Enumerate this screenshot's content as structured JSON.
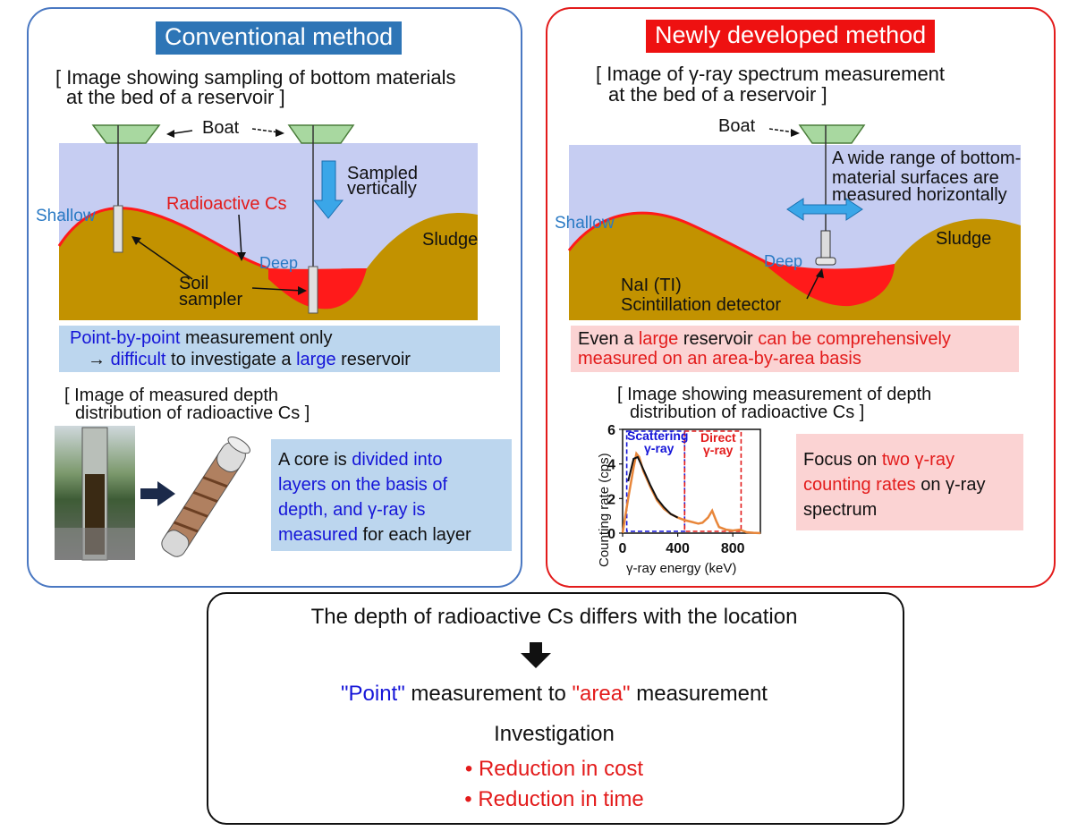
{
  "left": {
    "title": "Conventional method",
    "caption1_l1": "[ Image showing sampling of bottom materials",
    "caption1_l2": "at the bed of a reservoir ]",
    "boat": "Boat",
    "sampled_l1": "Sampled",
    "sampled_l2": "vertically",
    "radioactive": "Radioactive Cs",
    "shallow": "Shallow",
    "sludge": "Sludge",
    "deep": "Deep",
    "soil_l1": "Soil",
    "soil_l2": "sampler",
    "note": {
      "l1a": "Point-by-point",
      "l1b": " measurement only",
      "l2a": "→ ",
      "l2b": "difficult",
      "l2c": " to investigate a ",
      "l2d": "large",
      "l2e": " reservoir"
    },
    "caption2_l1": "[ Image of measured depth",
    "caption2_l2": "distribution  of radioactive Cs ]",
    "core": {
      "l1a": "A core is ",
      "l1b": "divided into",
      "l2": "layers on the basis of",
      "l3": "depth,  and γ-ray is",
      "l4a": "measured",
      "l4b": " for each layer"
    }
  },
  "right": {
    "title": "Newly developed method",
    "caption1_l1": "[ Image of γ-ray spectrum measurement",
    "caption1_l2": "at the bed of a reservoir ]",
    "boat": "Boat",
    "wide_l1": "A wide range of bottom-",
    "wide_l2": "material surfaces are",
    "wide_l3": "measured horizontally",
    "shallow": "Shallow",
    "sludge": "Sludge",
    "deep": "Deep",
    "detector_l1": "NaI (TI)",
    "detector_l2": "Scintillation  detector",
    "note": {
      "l1a": "Even a ",
      "l1b": "large",
      "l1c": " reservoir ",
      "l1d": "can be comprehensively",
      "l2": "measured on an area-by-area basis"
    },
    "caption2_l1": "[ Image showing  measurement of depth",
    "caption2_l2": "distribution  of radioactive Cs ]",
    "focus": {
      "l1a": "Focus on ",
      "l1b": "two γ-ray",
      "l2a": "counting rates",
      "l2b": " on γ-ray",
      "l3": "spectrum"
    }
  },
  "chart_data": {
    "type": "line",
    "xlabel": "γ-ray energy (keV)",
    "ylabel": "Counting rate (cps)",
    "xlim": [
      0,
      1000
    ],
    "ylim": [
      0,
      6
    ],
    "xticks": [
      "0",
      "400",
      "800"
    ],
    "yticks": [
      "0",
      "2",
      "4",
      "6"
    ],
    "regions": [
      {
        "name": "Scattering γ-ray",
        "range": [
          30,
          450
        ],
        "color": "#1515d8"
      },
      {
        "name": "Direct γ-ray",
        "range": [
          450,
          860
        ],
        "color": "#e31b1b"
      }
    ],
    "region_labels": {
      "scatter_l1": "Scattering",
      "scatter_l2": "γ-ray",
      "direct_l1": "Direct",
      "direct_l2": "γ-ray"
    },
    "series": [
      {
        "color": "#e8863a",
        "x": [
          0,
          40,
          80,
          100,
          120,
          150,
          200,
          250,
          300,
          350,
          400,
          450,
          500,
          550,
          580,
          620,
          650,
          680,
          700,
          750,
          800,
          850,
          900,
          950,
          1000
        ],
        "y": [
          0,
          2.0,
          3.8,
          4.6,
          4.4,
          3.6,
          2.7,
          1.9,
          1.4,
          1.1,
          0.9,
          0.75,
          0.65,
          0.55,
          0.6,
          0.9,
          1.3,
          0.7,
          0.35,
          0.2,
          0.15,
          0.2,
          0.05,
          0.02,
          0
        ]
      },
      {
        "color": "#111111",
        "x": [
          40,
          80,
          110,
          150,
          200,
          250,
          300,
          350,
          400
        ],
        "y": [
          3.0,
          4.3,
          4.4,
          3.7,
          2.8,
          2.0,
          1.5,
          1.1,
          0.9
        ]
      }
    ]
  },
  "bottom": {
    "line1": "The depth of radioactive Cs differs with the location",
    "l2a": "\"Point\"",
    "l2b": " measurement to ",
    "l2c": "\"area\"",
    "l2d": " measurement",
    "l3": "Investigation",
    "l4": "• Reduction in cost",
    "l5": "• Reduction in time"
  },
  "colors": {
    "left_border": "#4a78c2",
    "right_border": "#e31b1b",
    "water": "#c6cdf2",
    "sediment": "#c29200",
    "cs_layer": "#ff1a1a",
    "arrow_blue": "#3aa6e8",
    "boat": "#a8d8a0"
  }
}
